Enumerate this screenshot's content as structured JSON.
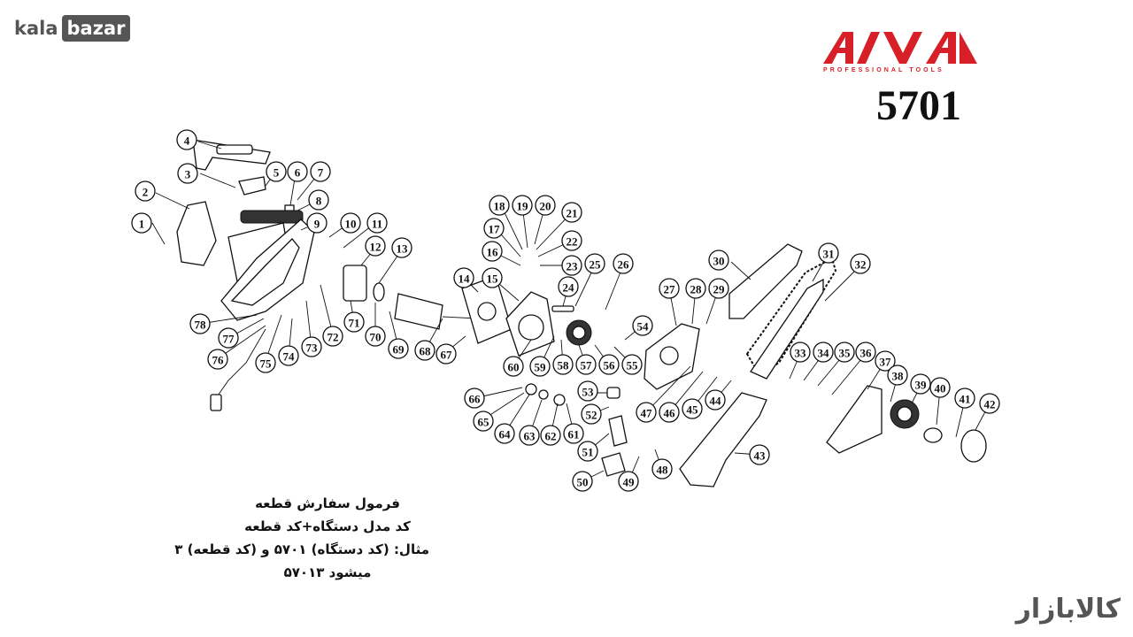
{
  "site_logo": {
    "part1": "kala",
    "part2": "bazar"
  },
  "brand": {
    "name": "AIVA",
    "tagline": "PROFESSIONAL TOOLS",
    "model": "5701",
    "color": "#d61f26"
  },
  "callouts": [
    {
      "n": "1"
    },
    {
      "n": "2"
    },
    {
      "n": "3"
    },
    {
      "n": "4"
    },
    {
      "n": "5"
    },
    {
      "n": "6"
    },
    {
      "n": "7"
    },
    {
      "n": "8"
    },
    {
      "n": "9"
    },
    {
      "n": "10"
    },
    {
      "n": "11"
    },
    {
      "n": "12"
    },
    {
      "n": "13"
    },
    {
      "n": "14"
    },
    {
      "n": "15"
    },
    {
      "n": "16"
    },
    {
      "n": "17"
    },
    {
      "n": "18"
    },
    {
      "n": "19"
    },
    {
      "n": "20"
    },
    {
      "n": "21"
    },
    {
      "n": "22"
    },
    {
      "n": "23"
    },
    {
      "n": "24"
    },
    {
      "n": "25"
    },
    {
      "n": "26"
    },
    {
      "n": "27"
    },
    {
      "n": "28"
    },
    {
      "n": "29"
    },
    {
      "n": "30"
    },
    {
      "n": "31"
    },
    {
      "n": "32"
    },
    {
      "n": "33"
    },
    {
      "n": "34"
    },
    {
      "n": "35"
    },
    {
      "n": "36"
    },
    {
      "n": "37"
    },
    {
      "n": "38"
    },
    {
      "n": "39"
    },
    {
      "n": "40"
    },
    {
      "n": "41"
    },
    {
      "n": "42"
    },
    {
      "n": "43"
    },
    {
      "n": "44"
    },
    {
      "n": "45"
    },
    {
      "n": "46"
    },
    {
      "n": "47"
    },
    {
      "n": "48"
    },
    {
      "n": "49"
    },
    {
      "n": "50"
    },
    {
      "n": "51"
    },
    {
      "n": "52"
    },
    {
      "n": "53"
    },
    {
      "n": "54"
    },
    {
      "n": "55"
    },
    {
      "n": "56"
    },
    {
      "n": "57"
    },
    {
      "n": "58"
    },
    {
      "n": "59"
    },
    {
      "n": "60"
    },
    {
      "n": "61"
    },
    {
      "n": "62"
    },
    {
      "n": "63"
    },
    {
      "n": "64"
    },
    {
      "n": "65"
    },
    {
      "n": "66"
    },
    {
      "n": "67"
    },
    {
      "n": "68"
    },
    {
      "n": "69"
    },
    {
      "n": "70"
    },
    {
      "n": "71"
    },
    {
      "n": "72"
    },
    {
      "n": "73"
    },
    {
      "n": "74"
    },
    {
      "n": "75"
    },
    {
      "n": "76"
    },
    {
      "n": "77"
    },
    {
      "n": "78"
    }
  ],
  "order_note": {
    "line1": "فرمول سفارش قطعه",
    "line2": "کد مدل دستگاه+کد قطعه",
    "line3": "مثال: (کد دستگاه) ۵۷۰۱ و (کد قطعه) ۳",
    "line4": "میشود ۵۷۰۱۳"
  },
  "watermark": "کالابازار"
}
